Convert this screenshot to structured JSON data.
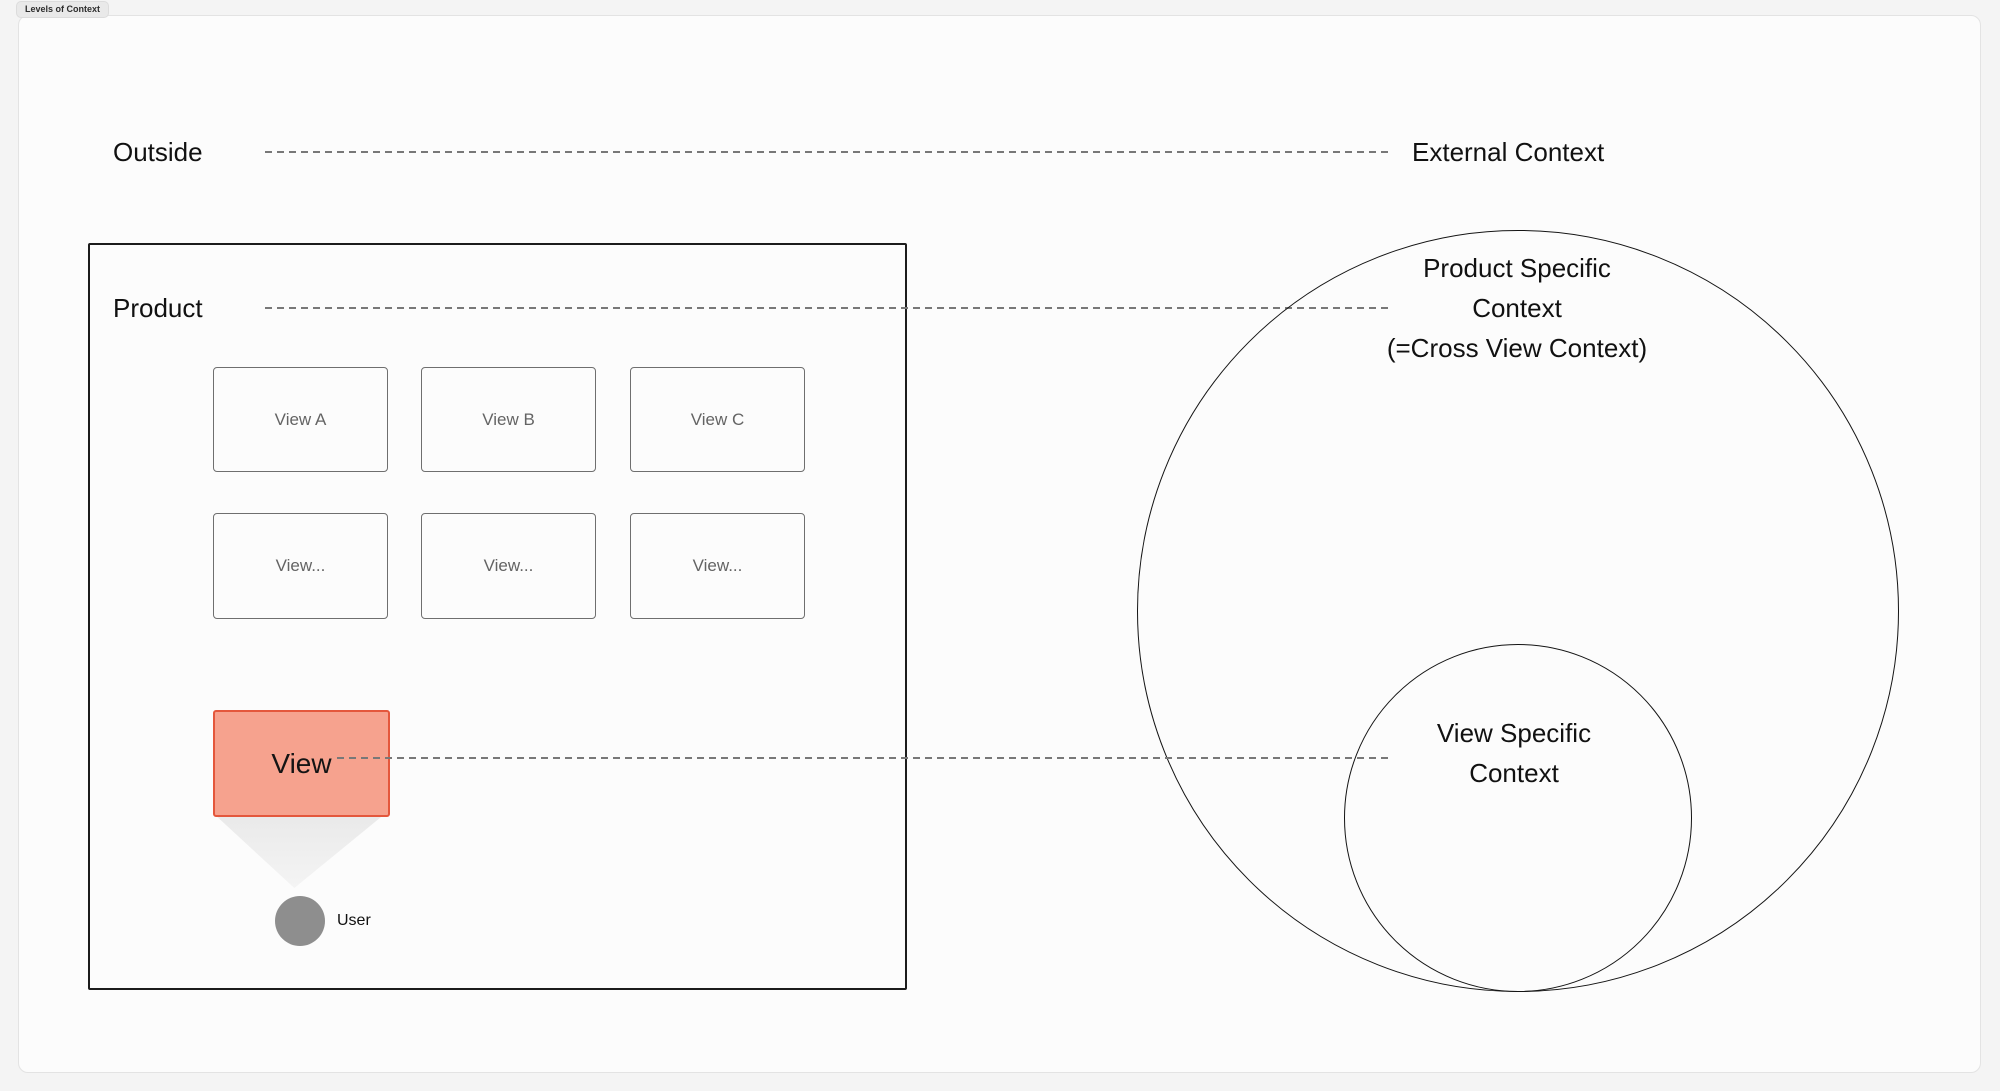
{
  "frame": {
    "label": "Levels of Context"
  },
  "outside": {
    "label": "Outside",
    "context_label": "External Context"
  },
  "product": {
    "label": "Product",
    "views_row1": [
      "View A",
      "View B",
      "View C"
    ],
    "views_row2": [
      "View...",
      "View...",
      "View..."
    ],
    "active_view": {
      "label": "View"
    },
    "user": {
      "label": "User"
    }
  },
  "contexts": {
    "product_specific": {
      "lines": [
        "Product Specific",
        "Context",
        "(=Cross View Context)"
      ]
    },
    "view_specific": {
      "lines": [
        "View Specific",
        "Context"
      ]
    }
  },
  "colors": {
    "active_view_fill": "#f6a28e",
    "active_view_border": "#e4573c",
    "user_circle": "#8e8e8e",
    "frame_border": "#1c1c1c",
    "view_box_border": "#6f6f6f",
    "dashed_line": "#787878",
    "panel_background": "#fcfcfc",
    "page_background": "#f4f4f4"
  }
}
